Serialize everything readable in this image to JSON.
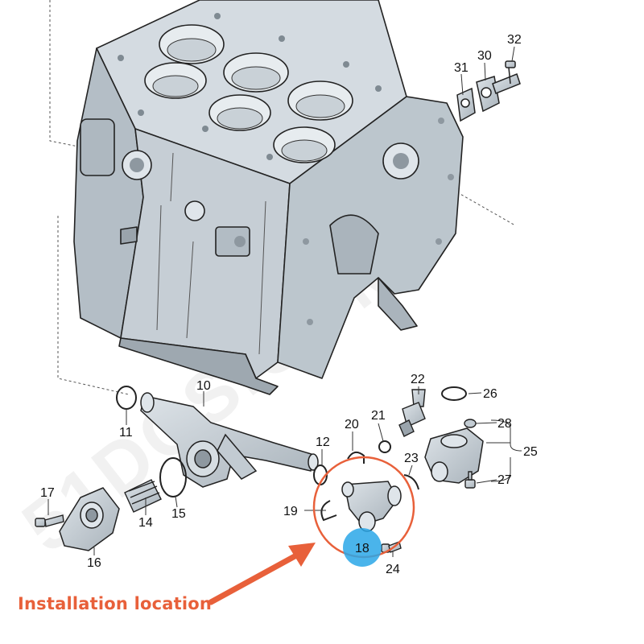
{
  "diagram": {
    "watermark": "51DCS.COM",
    "installation_caption": "Installation location",
    "highlight_color": "#e8603a",
    "badge_color": "#2aa7e8",
    "part_fill": "#c3ccd3",
    "callouts": [
      {
        "id": "10",
        "label": "10"
      },
      {
        "id": "11",
        "label": "11"
      },
      {
        "id": "12",
        "label": "12"
      },
      {
        "id": "14",
        "label": "14"
      },
      {
        "id": "15",
        "label": "15"
      },
      {
        "id": "16",
        "label": "16"
      },
      {
        "id": "17",
        "label": "17"
      },
      {
        "id": "18",
        "label": "18"
      },
      {
        "id": "19",
        "label": "19"
      },
      {
        "id": "20",
        "label": "20"
      },
      {
        "id": "21",
        "label": "21"
      },
      {
        "id": "22",
        "label": "22"
      },
      {
        "id": "23",
        "label": "23"
      },
      {
        "id": "24",
        "label": "24"
      },
      {
        "id": "25",
        "label": "25"
      },
      {
        "id": "26",
        "label": "26"
      },
      {
        "id": "27",
        "label": "27"
      },
      {
        "id": "28",
        "label": "28"
      },
      {
        "id": "30",
        "label": "30"
      },
      {
        "id": "31",
        "label": "31"
      },
      {
        "id": "32",
        "label": "32"
      }
    ]
  }
}
